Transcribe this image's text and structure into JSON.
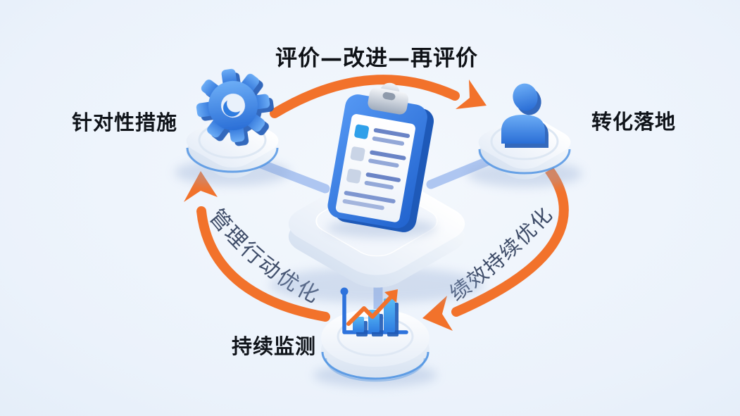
{
  "title": "评价—改进—再评价",
  "center": {
    "icon": "clipboard-checklist-icon"
  },
  "nodes": [
    {
      "id": "left",
      "label": "针对性措施",
      "icon": "gear-icon"
    },
    {
      "id": "right",
      "label": "转化落地",
      "icon": "person-icon"
    },
    {
      "id": "bottom",
      "label": "持续监测",
      "icon": "bar-chart-trend-icon"
    }
  ],
  "arrows": {
    "top": {
      "from": "针对性措施",
      "to": "转化落地",
      "label": ""
    },
    "right": {
      "from": "转化落地",
      "to": "持续监测",
      "label": "绩效持续优化"
    },
    "left": {
      "from": "持续监测",
      "to": "针对性措施",
      "label": "管理行动优化"
    }
  },
  "colors": {
    "arrow_orange": "#F2722B",
    "icon_blue": "#2F7BE0",
    "connector_blue": "#A7C1F0",
    "curve_text": "#3E4C68",
    "label_text": "#10141A",
    "platform_white": "#FFFFFF",
    "platform_stripe": "#4A90E2",
    "background": "#EAF1FA"
  }
}
